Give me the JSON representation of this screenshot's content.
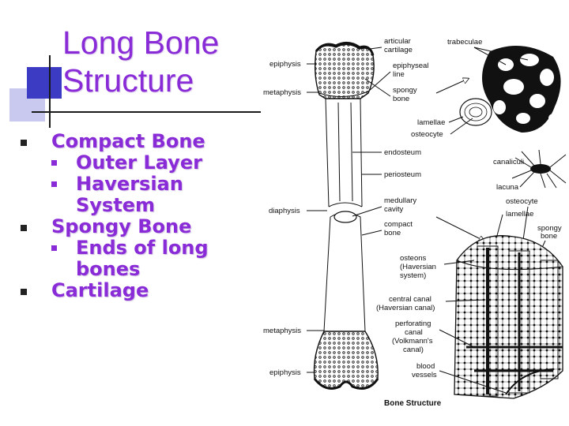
{
  "slide": {
    "title": "Long Bone Structure",
    "bullets": [
      {
        "text": "Compact Bone",
        "sub": [
          "Outer Layer",
          "Haversian System"
        ]
      },
      {
        "text": "Spongy Bone",
        "sub": [
          "Ends of long bones"
        ]
      },
      {
        "text": "Cartilage",
        "sub": []
      }
    ]
  },
  "diagram": {
    "left_labels": {
      "epiphysis_top": "epiphysis",
      "metaphysis_top": "metaphysis",
      "diaphysis": "diaphysis",
      "metaphysis_bottom": "metaphysis",
      "epiphysis_bottom": "epiphysis"
    },
    "right_labels": {
      "articular_cartilage_1": "articular",
      "articular_cartilage_2": "cartilage",
      "epiphyseal_line_1": "epiphyseal",
      "epiphyseal_line_2": "line",
      "spongy_bone_1": "spongy",
      "spongy_bone_2": "bone",
      "endosteum": "endosteum",
      "periosteum": "periosteum",
      "medullary_cavity_1": "medullary",
      "medullary_cavity_2": "cavity",
      "compact_bone_1": "compact",
      "compact_bone_2": "bone",
      "osteons_1": "osteons",
      "osteons_2": "(Haversian",
      "osteons_3": "system)",
      "central_canal_1": "central canal",
      "central_canal_2": "(Haversian canal)",
      "perforating_1": "perforating",
      "perforating_2": "canal",
      "perforating_3": "(Volkmann's",
      "perforating_4": "canal)",
      "blood_vessels_1": "blood",
      "blood_vessels_2": "vessels"
    },
    "detail_labels": {
      "trabeculae": "trabeculae",
      "lamellae_top": "lamellae",
      "osteocyte_top": "osteocyte",
      "canaliculi": "canaliculi",
      "lacuna": "lacuna",
      "osteocyte": "osteocyte",
      "lamellae": "lamellae",
      "spongy_bone_1": "spongy",
      "spongy_bone_2": "bone"
    },
    "caption": "Bone Structure"
  }
}
